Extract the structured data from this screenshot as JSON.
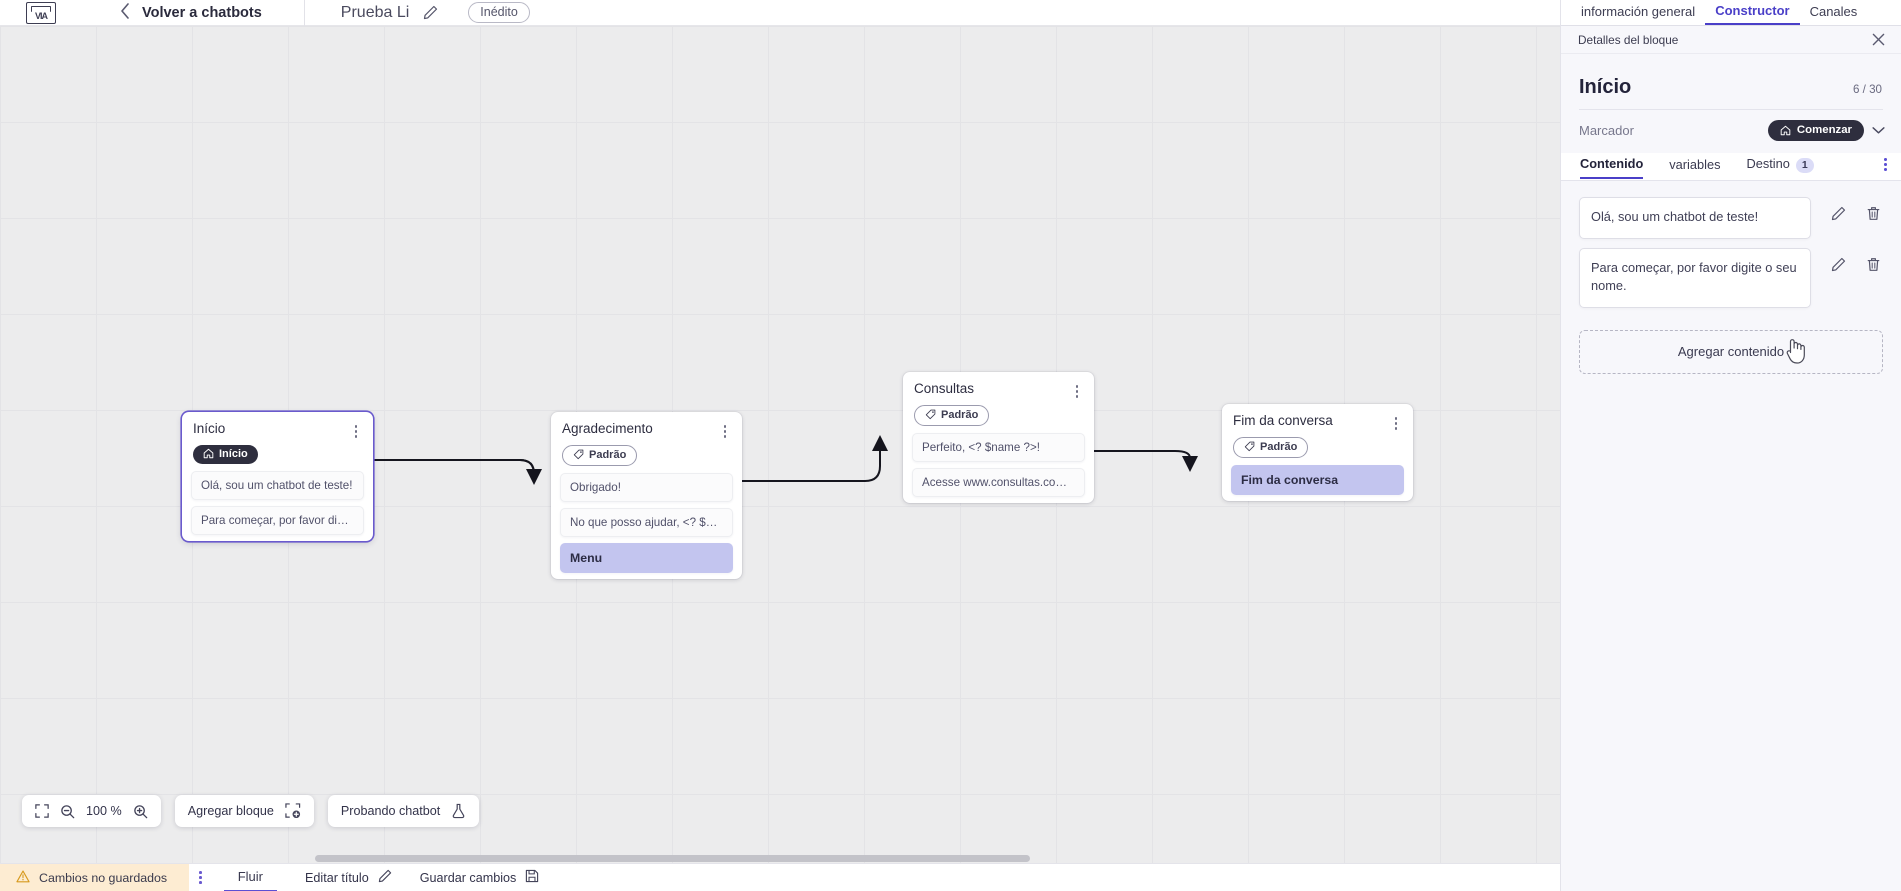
{
  "header": {
    "logo_alt": "via-logo",
    "back_label": "Volver a chatbots",
    "flow_title": "Prueba Li",
    "status_pill": "Inédito"
  },
  "canvas": {
    "nodes": [
      {
        "id": "inicio",
        "title": "Início",
        "badge": "Início",
        "badge_type": "start",
        "selected": true,
        "messages": [
          {
            "text": "Olá, sou um chatbot de teste!",
            "accent": false
          },
          {
            "text": "Para começar, por favor digite o ...",
            "accent": false
          }
        ]
      },
      {
        "id": "agradecimento",
        "title": "Agradecimento",
        "badge": "Padrão",
        "badge_type": "default",
        "selected": false,
        "messages": [
          {
            "text": "Obrigado!",
            "accent": false
          },
          {
            "text": "No que posso ajudar, <? $name ...",
            "accent": false
          },
          {
            "text": "Menu",
            "accent": true
          }
        ]
      },
      {
        "id": "consultas",
        "title": "Consultas",
        "badge": "Padrão",
        "badge_type": "default",
        "selected": false,
        "messages": [
          {
            "text": "Perfeito, <? $name ?>!",
            "accent": false
          },
          {
            "text": "Acesse www.consultas.com par...",
            "accent": false
          }
        ]
      },
      {
        "id": "fim",
        "title": "Fim da conversa",
        "badge": "Padrão",
        "badge_type": "default",
        "selected": false,
        "messages": [
          {
            "text": "Fim da conversa",
            "accent": true
          }
        ]
      }
    ]
  },
  "toolbar": {
    "fit_icon": "fit-screen-icon",
    "zoom_out_icon": "zoom-out-icon",
    "zoom_level": "100 %",
    "zoom_in_icon": "zoom-in-icon",
    "add_block_label": "Agregar bloque",
    "add_block_icon": "add-block-icon",
    "test_chatbot_label": "Probando chatbot",
    "test_chatbot_icon": "flask-icon"
  },
  "statusbar": {
    "unsaved_label": "Cambios no guardados",
    "warning_icon": "warning-triangle-icon",
    "kebab_icon": "kebab-menu-icon",
    "flow_tab": "Fluir",
    "edit_title_label": "Editar título",
    "edit_title_icon": "pencil-icon",
    "save_label": "Guardar cambios",
    "save_icon": "save-disk-icon"
  },
  "panel": {
    "top_tabs": [
      {
        "label": "información general",
        "active": false
      },
      {
        "label": "Constructor",
        "active": true
      },
      {
        "label": "Canales",
        "active": false
      }
    ],
    "subheader": "Detalles del bloque",
    "close_icon": "close-icon",
    "block_title": "Início",
    "block_count": "6 / 30",
    "marker_label": "Marcador",
    "marker_chip": "Comenzar",
    "marker_chip_icon": "home-icon",
    "marker_chevron_icon": "chevron-down-icon",
    "tabs": [
      {
        "label": "Contenido",
        "active": true,
        "badge": null
      },
      {
        "label": "variables",
        "active": false,
        "badge": null
      },
      {
        "label": "Destino",
        "active": false,
        "badge": "1"
      }
    ],
    "overflow_icon": "kebab-menu-icon",
    "contents": [
      {
        "text": "Olá, sou um chatbot de teste!",
        "edit_icon": "pencil-icon",
        "delete_icon": "trash-icon"
      },
      {
        "text": "Para começar, por favor digite o seu nome.",
        "edit_icon": "pencil-icon",
        "delete_icon": "trash-icon"
      }
    ],
    "add_content_label": "Agregar contenido"
  },
  "colors": {
    "accent": "#4a3fc8",
    "selected_node_border": "#6a5acd",
    "message_accent_bg": "#c3c5ef",
    "unsaved_bg": "#fdecd2",
    "dark_chip": "#2e2e3e"
  }
}
